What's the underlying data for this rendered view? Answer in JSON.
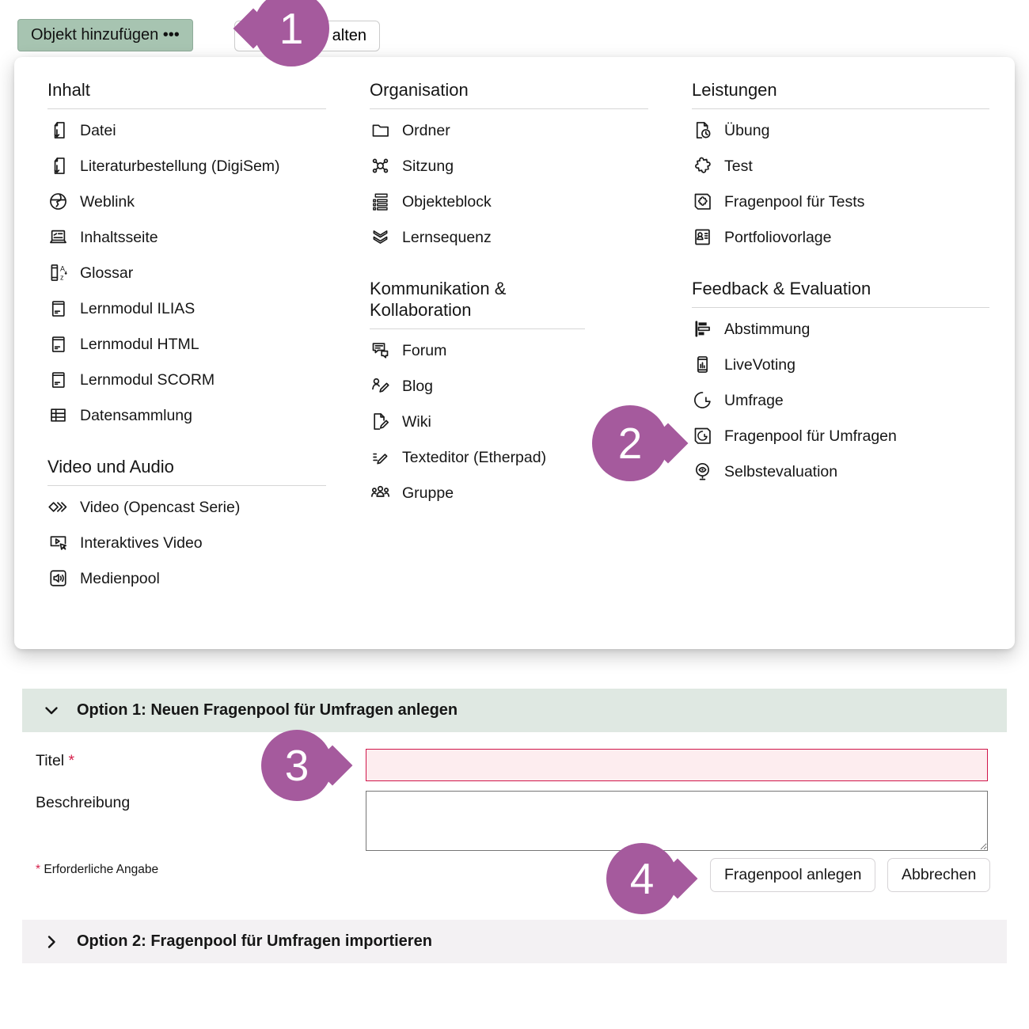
{
  "toolbar": {
    "add_object_button": "Objekt hinzufügen •••",
    "partial_button": "alten"
  },
  "callouts": [
    {
      "number": "1"
    },
    {
      "number": "2"
    },
    {
      "number": "3"
    },
    {
      "number": "4"
    }
  ],
  "menu": {
    "columns": [
      {
        "sections": [
          {
            "title": "Inhalt",
            "items": [
              {
                "icon": "file-download-icon",
                "label": "Datei"
              },
              {
                "icon": "file-download-icon",
                "label": "Literaturbestellung (DigiSem)",
                "narrow": true
              },
              {
                "icon": "globe-icon",
                "label": "Weblink"
              },
              {
                "icon": "content-page-icon",
                "label": "Inhaltsseite"
              },
              {
                "icon": "glossary-icon",
                "label": "Glossar"
              },
              {
                "icon": "learning-module-icon",
                "label": "Lernmodul ILIAS"
              },
              {
                "icon": "learning-module-icon",
                "label": "Lernmodul HTML"
              },
              {
                "icon": "learning-module-icon",
                "label": "Lernmodul SCORM"
              },
              {
                "icon": "table-icon",
                "label": "Datensammlung"
              }
            ]
          },
          {
            "title": "Video und Audio",
            "items": [
              {
                "icon": "opencast-video-icon",
                "label": "Video (Opencast Serie)"
              },
              {
                "icon": "interactive-video-icon",
                "label": "Interaktives Video"
              },
              {
                "icon": "mediapool-icon",
                "label": "Medienpool"
              }
            ]
          }
        ]
      },
      {
        "sections": [
          {
            "title": "Organisation",
            "items": [
              {
                "icon": "folder-icon",
                "label": "Ordner"
              },
              {
                "icon": "session-icon",
                "label": "Sitzung"
              },
              {
                "icon": "object-block-icon",
                "label": "Objekteblock"
              },
              {
                "icon": "learning-sequence-icon",
                "label": "Lernsequenz"
              }
            ]
          },
          {
            "title": "Kommunikation & Kollaboration",
            "narrow": true,
            "items": [
              {
                "icon": "forum-icon",
                "label": "Forum"
              },
              {
                "icon": "blog-icon",
                "label": "Blog"
              },
              {
                "icon": "wiki-icon",
                "label": "Wiki"
              },
              {
                "icon": "texteditor-icon",
                "label": "Texteditor (Etherpad)"
              },
              {
                "icon": "group-icon",
                "label": "Gruppe"
              }
            ]
          }
        ]
      },
      {
        "sections": [
          {
            "title": "Leistungen",
            "items": [
              {
                "icon": "exercise-icon",
                "label": "Übung"
              },
              {
                "icon": "test-puzzle-icon",
                "label": "Test"
              },
              {
                "icon": "questionpool-test-icon",
                "label": "Fragenpool für Tests"
              },
              {
                "icon": "portfolio-template-icon",
                "label": "Portfoliovorlage"
              }
            ]
          },
          {
            "title": "Feedback & Evaluation",
            "items": [
              {
                "icon": "poll-icon",
                "label": "Abstimmung"
              },
              {
                "icon": "livevoting-icon",
                "label": "LiveVoting"
              },
              {
                "icon": "survey-pie-icon",
                "label": "Umfrage"
              },
              {
                "icon": "questionpool-survey-icon",
                "label": "Fragenpool für Umfragen"
              },
              {
                "icon": "selfevaluation-icon",
                "label": "Selbstevaluation"
              }
            ]
          }
        ]
      }
    ]
  },
  "form": {
    "option1_header": "Option 1: Neuen Fragenpool für Umfragen anlegen",
    "option2_header": "Option 2: Fragenpool für Umfragen importieren",
    "title_label": "Titel",
    "required_mark": "*",
    "title_value": "",
    "description_label": "Beschreibung",
    "description_value": "",
    "required_note_mark": "*",
    "required_note_text": "Erforderliche Angabe",
    "submit_button": "Fragenpool anlegen",
    "cancel_button": "Abbrechen"
  },
  "colors": {
    "accent_button_green": "#a7c4b1",
    "option1_bar_green": "#dfe8e2",
    "option2_bar_gray": "#f3f1f3",
    "callout_purple": "#a55a9d",
    "error_border_red": "#d0164a",
    "error_background_pink": "#fdedef",
    "required_red": "#d6214c"
  }
}
